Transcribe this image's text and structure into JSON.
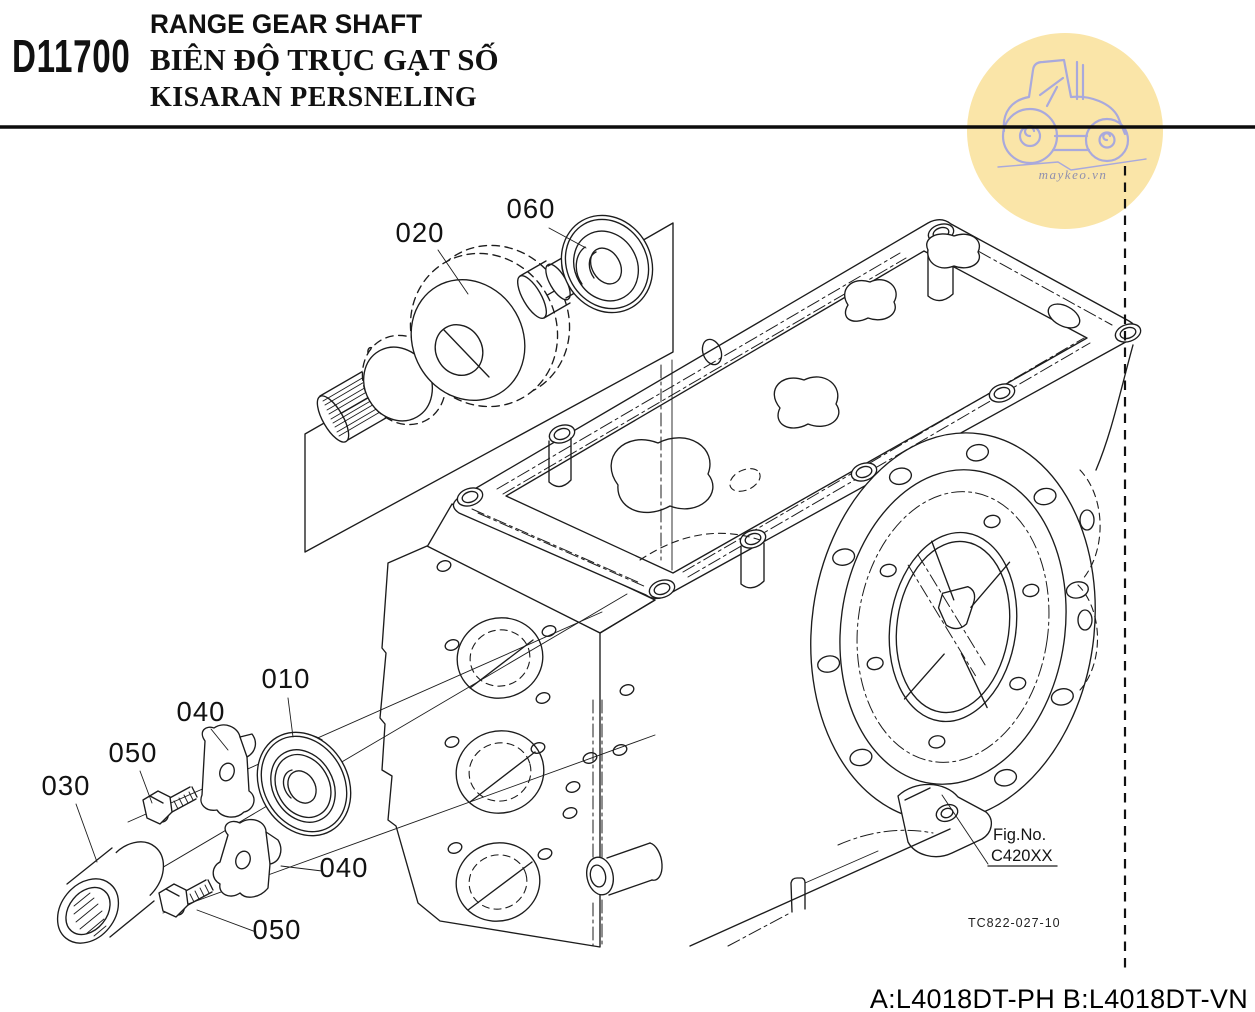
{
  "header": {
    "section_code": "D11700",
    "title_en": "RANGE GEAR SHAFT",
    "title_vi": "BIÊN ĐỘ TRỤC GẠT SỐ",
    "title_id": "KISARAN PERSNELING"
  },
  "watermark": {
    "text": "maykeo.vn"
  },
  "diagram": {
    "callouts": [
      {
        "label": "020",
        "part": "range gear shaft assembly"
      },
      {
        "label": "060",
        "part": "ball bearing upper"
      },
      {
        "label": "010",
        "part": "ball bearing lower"
      },
      {
        "label": "040",
        "part": "retainer plate upper"
      },
      {
        "label": "050",
        "part": "flange bolt upper"
      },
      {
        "label": "030",
        "part": "splined collar"
      },
      {
        "label": "040",
        "part": "retainer plate lower"
      },
      {
        "label": "050",
        "part": "flange bolt lower"
      }
    ],
    "fig_no": {
      "label": "Fig.No.",
      "value": "C420XX"
    },
    "drawing_no": "TC822-027-10"
  },
  "footer": {
    "applicability": "A:L4018DT-PH B:L4018DT-VN"
  },
  "colors": {
    "line": "#1c1c1c",
    "watermark_fill": "#FAE5A8",
    "watermark_line": "#A9A9DC",
    "text": "#000000"
  }
}
